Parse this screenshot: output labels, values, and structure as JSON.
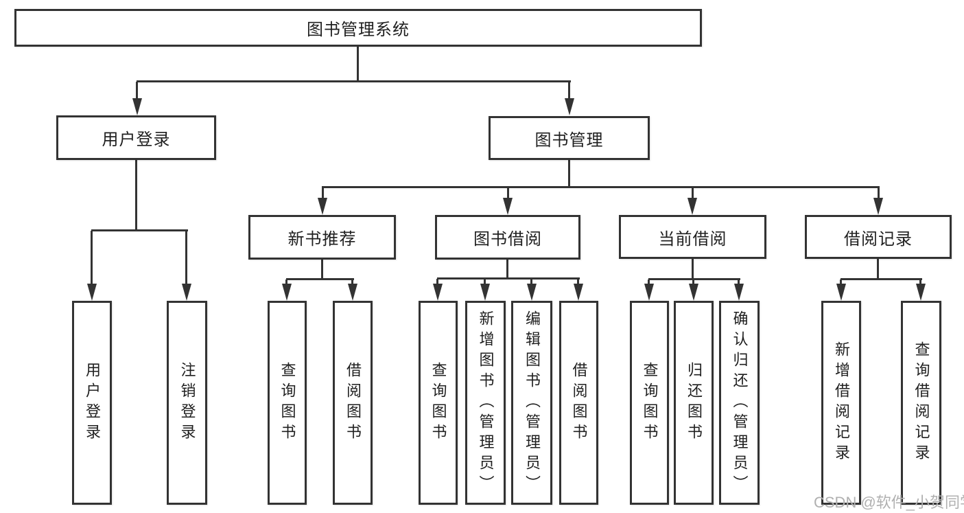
{
  "root": {
    "label": "图书管理系统"
  },
  "branches": [
    {
      "label": "用户登录",
      "children": [
        {
          "label": "用户登录"
        },
        {
          "label": "注销登录"
        }
      ]
    },
    {
      "label": "图书管理",
      "children": [
        {
          "label": "新书推荐",
          "children": [
            {
              "label": "查询图书"
            },
            {
              "label": "借阅图书"
            }
          ]
        },
        {
          "label": "图书借阅",
          "children": [
            {
              "label": "查询图书"
            },
            {
              "label": "新增图书（管理员）"
            },
            {
              "label": "编辑图书（管理员）"
            },
            {
              "label": "借阅图书"
            }
          ]
        },
        {
          "label": "当前借阅",
          "children": [
            {
              "label": "查询图书"
            },
            {
              "label": "归还图书"
            },
            {
              "label": "确认归还（管理员）"
            }
          ]
        },
        {
          "label": "借阅记录",
          "children": [
            {
              "label": "新增借阅记录"
            },
            {
              "label": "查询借阅记录"
            }
          ]
        }
      ]
    }
  ],
  "watermark": {
    "text": "CSDN @软件_小贺同学"
  },
  "colors": {
    "line": "#333333",
    "text": "#1f1f1f",
    "watermark": "#b0b0b0",
    "background": "#ffffff"
  }
}
